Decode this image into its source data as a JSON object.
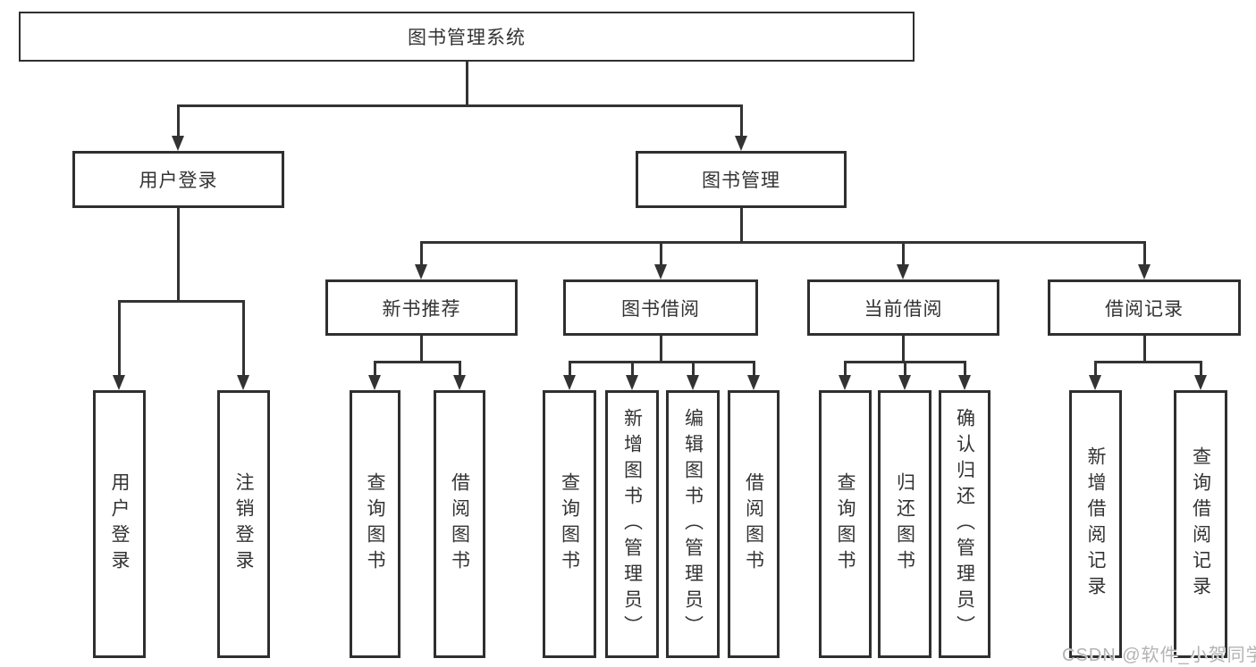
{
  "tree": {
    "label": "图书管理系统",
    "children": [
      {
        "label": "用户登录",
        "children": [
          {
            "label": "用户登录"
          },
          {
            "label": "注销登录"
          }
        ]
      },
      {
        "label": "图书管理",
        "children": [
          {
            "label": "新书推荐",
            "children": [
              {
                "label": "查询图书"
              },
              {
                "label": "借阅图书"
              }
            ]
          },
          {
            "label": "图书借阅",
            "children": [
              {
                "label": "查询图书"
              },
              {
                "label": "新增图书（管理员）"
              },
              {
                "label": "编辑图书（管理员）"
              },
              {
                "label": "借阅图书"
              }
            ]
          },
          {
            "label": "当前借阅",
            "children": [
              {
                "label": "查询图书"
              },
              {
                "label": "归还图书"
              },
              {
                "label": "确认归还（管理员）"
              }
            ]
          },
          {
            "label": "借阅记录",
            "children": [
              {
                "label": "新增借阅记录"
              },
              {
                "label": "查询借阅记录"
              }
            ]
          }
        ]
      }
    ]
  },
  "watermark": "CSDN @软件_小贺同学",
  "colors": {
    "line": "#333333",
    "border": "#2f2f2f",
    "text": "#333333",
    "watermark": "#b3b3b3",
    "background": "#ffffff"
  }
}
